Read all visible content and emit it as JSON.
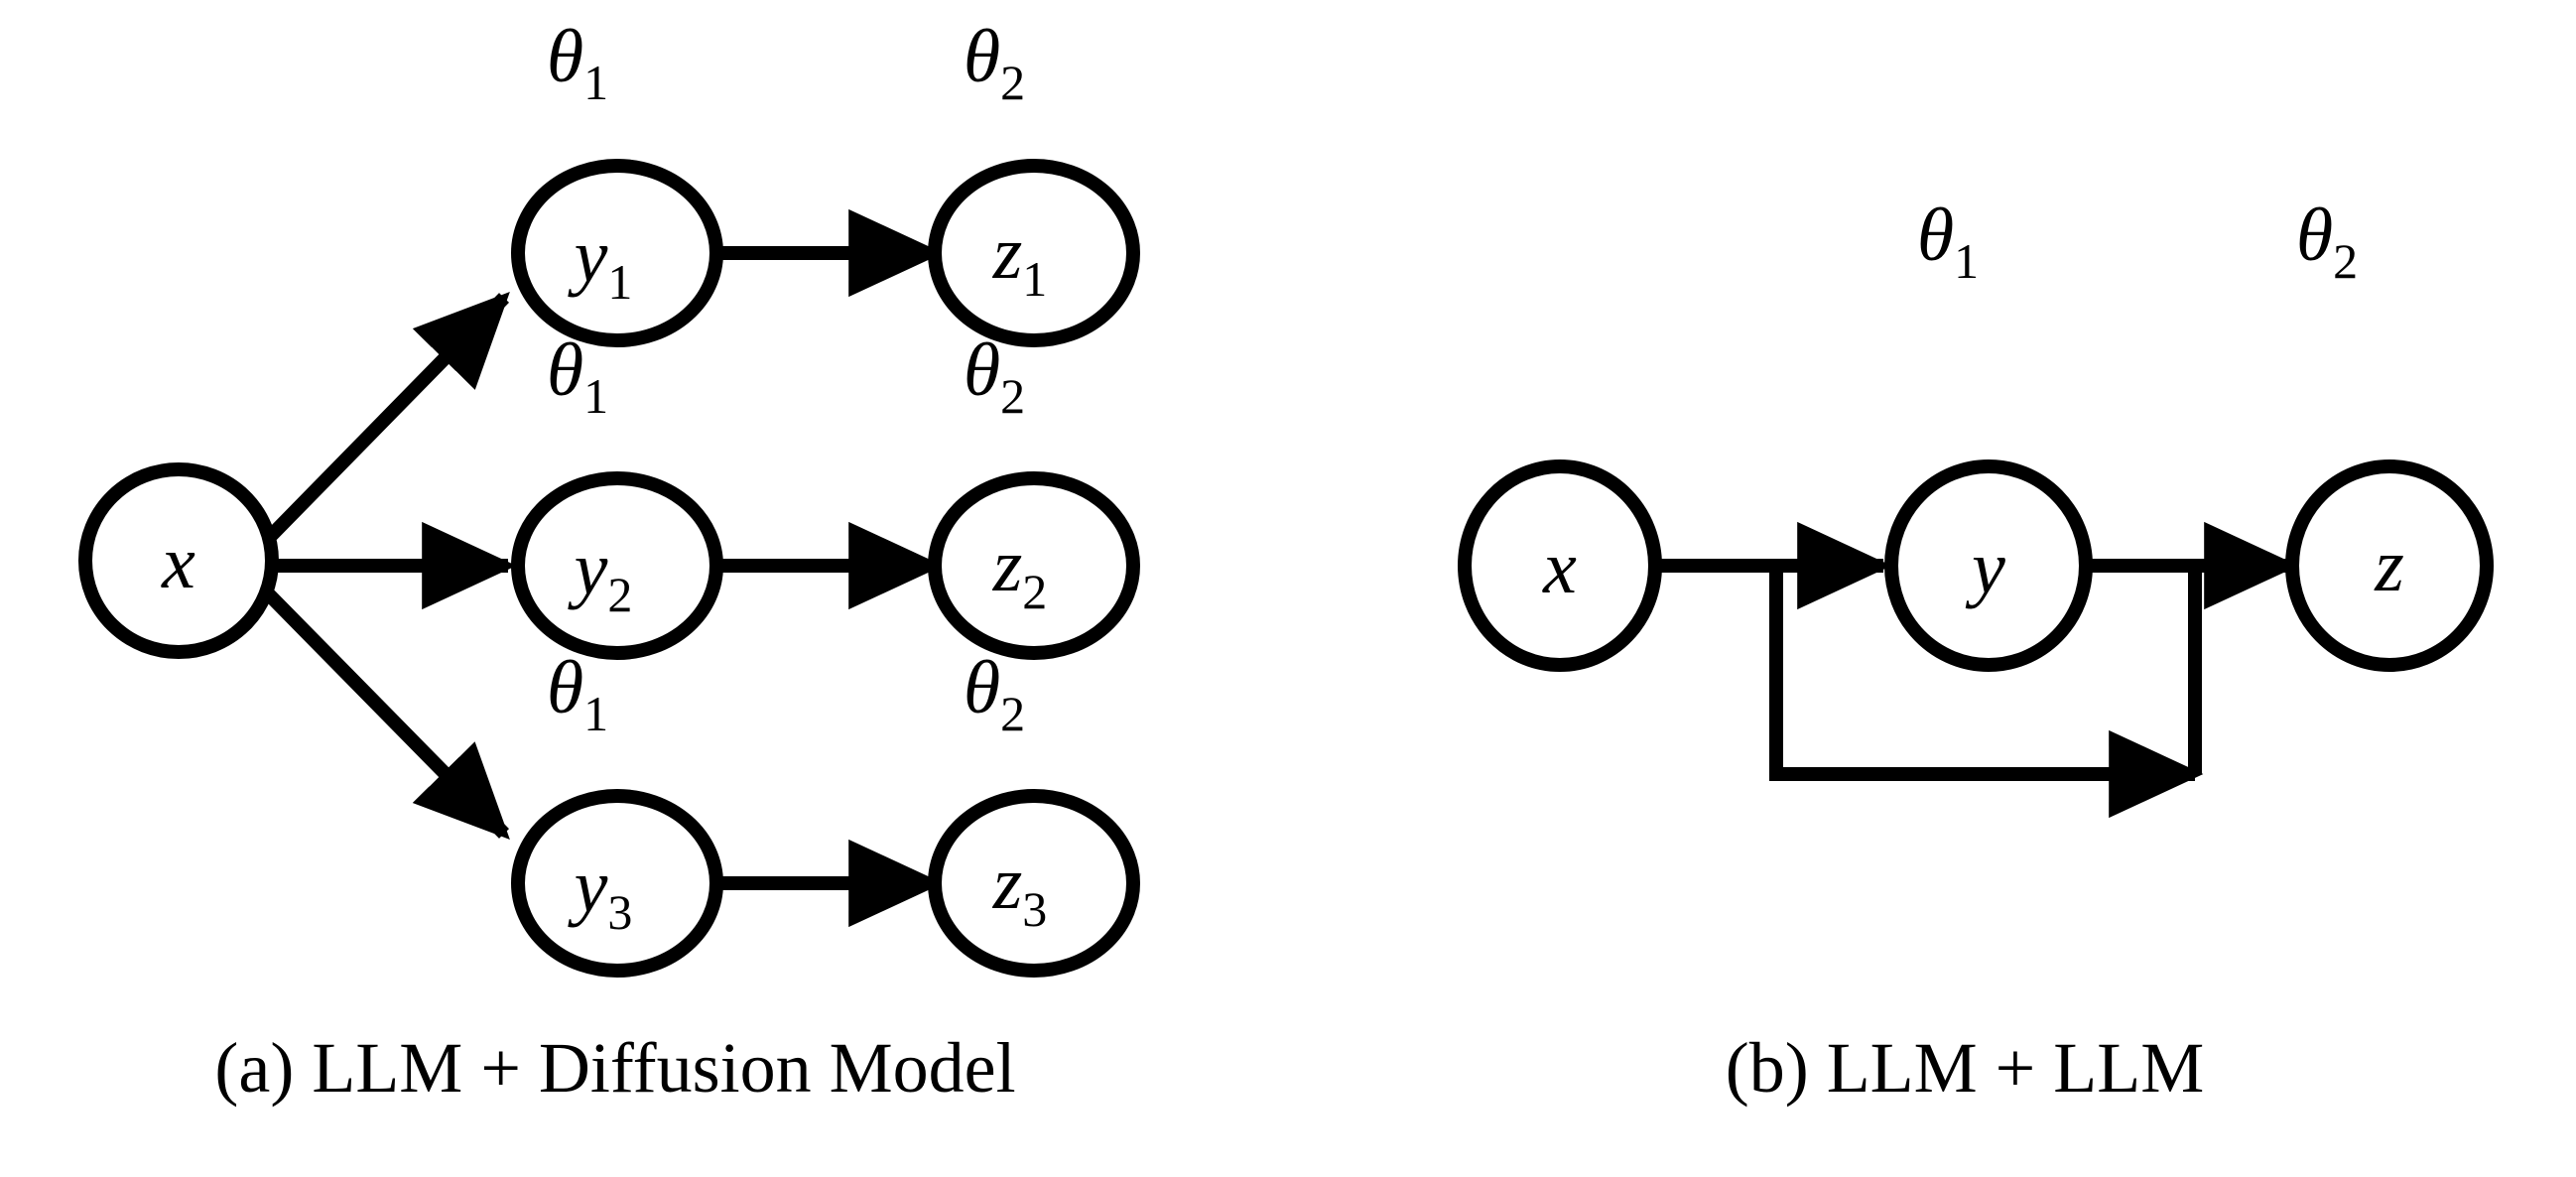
{
  "figure": {
    "background_color": "#ffffff",
    "stroke_color": "#000000"
  },
  "panel_a": {
    "caption": "(a) LLM + Diffusion Model",
    "input_node": {
      "label": "x"
    },
    "rows": [
      {
        "y_node": {
          "label": "y",
          "subscript": "1"
        },
        "y_param": {
          "label": "θ",
          "subscript": "1"
        },
        "z_node": {
          "label": "z",
          "subscript": "1"
        },
        "z_param": {
          "label": "θ",
          "subscript": "2"
        }
      },
      {
        "y_node": {
          "label": "y",
          "subscript": "2"
        },
        "y_param": {
          "label": "θ",
          "subscript": "1"
        },
        "z_node": {
          "label": "z",
          "subscript": "2"
        },
        "z_param": {
          "label": "θ",
          "subscript": "2"
        }
      },
      {
        "y_node": {
          "label": "y",
          "subscript": "3"
        },
        "y_param": {
          "label": "θ",
          "subscript": "1"
        },
        "z_node": {
          "label": "z",
          "subscript": "3"
        },
        "z_param": {
          "label": "θ",
          "subscript": "2"
        }
      }
    ]
  },
  "panel_b": {
    "caption": "(b) LLM + LLM",
    "nodes": [
      {
        "label": "x"
      },
      {
        "label": "y"
      },
      {
        "label": "z"
      }
    ],
    "params": [
      {
        "label": "θ",
        "subscript": "1"
      },
      {
        "label": "θ",
        "subscript": "2"
      }
    ]
  }
}
